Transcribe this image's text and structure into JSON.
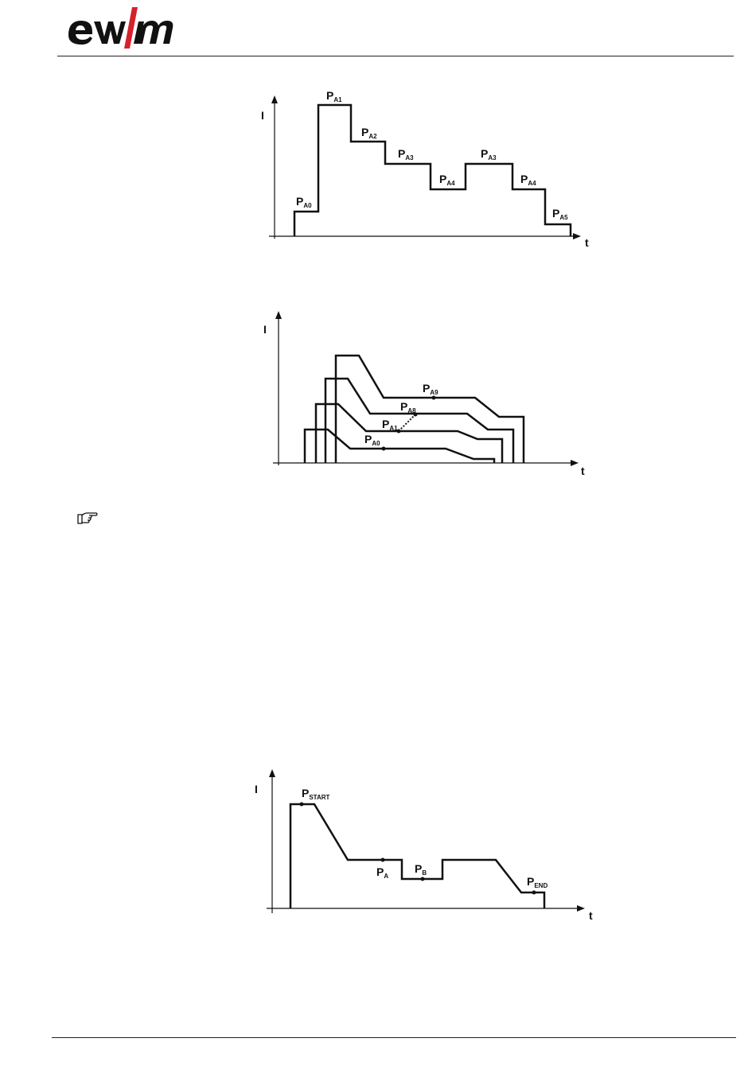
{
  "header": {
    "logo_text": "ewm",
    "brand_colors": {
      "text": "#111111",
      "slash": "#d6212a"
    }
  },
  "figures": [
    {
      "id": "program-steps",
      "axis": {
        "y": "I",
        "x": "t"
      },
      "labels": [
        {
          "main": "P",
          "sub": "A1"
        },
        {
          "main": "P",
          "sub": "A2"
        },
        {
          "main": "P",
          "sub": "A3"
        },
        {
          "main": "P",
          "sub": "A3"
        },
        {
          "main": "P",
          "sub": "A4"
        },
        {
          "main": "P",
          "sub": "A4"
        },
        {
          "main": "P",
          "sub": "A0"
        },
        {
          "main": "P",
          "sub": "A5"
        }
      ]
    },
    {
      "id": "program-curves",
      "axis": {
        "y": "I",
        "x": "t"
      },
      "labels": [
        {
          "main": "P",
          "sub": "A9"
        },
        {
          "main": "P",
          "sub": "A8"
        },
        {
          "main": "P",
          "sub": "A1"
        },
        {
          "main": "P",
          "sub": "A0"
        }
      ]
    },
    {
      "id": "program-sequence",
      "axis": {
        "y": "I",
        "x": "t"
      },
      "labels": [
        {
          "main": "P",
          "sub": "START"
        },
        {
          "main": "P",
          "sub": "A"
        },
        {
          "main": "P",
          "sub": "B"
        },
        {
          "main": "P",
          "sub": "END"
        }
      ]
    }
  ],
  "note": {
    "icon": "pointing-hand-icon"
  }
}
